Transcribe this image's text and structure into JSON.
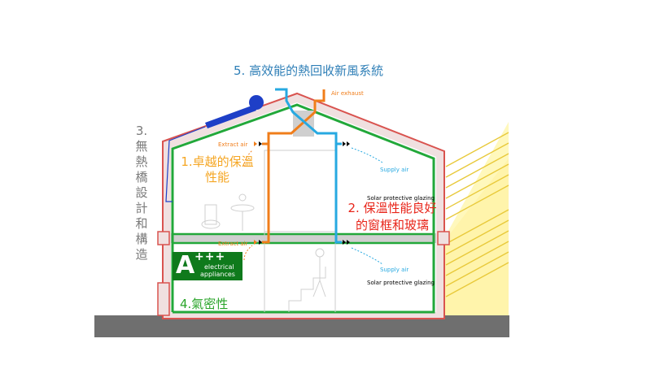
{
  "diagram": {
    "title": "5. 高效能的熱回收新風系統",
    "labels": {
      "thermal_bridge": "3.無熱橋設計和構造",
      "insulation": "1.卓越的保溫性能",
      "windows": "2. 保溫性能良好的窗框和玻璃",
      "airtightness": "4.氣密性",
      "air_exhaust": "Air exhaust",
      "extract_air_upper": "Extract air",
      "extract_air_lower": "Extract air",
      "supply_air_upper": "Supply air",
      "supply_air_lower": "Supply air",
      "glazing_upper": "Solar protective glazing",
      "glazing_lower": "Solar protective glazing"
    },
    "badge": {
      "letter": "A",
      "plus": "+++",
      "line1": "electrical",
      "line2": "appliances"
    },
    "colors": {
      "title": "#2f7fb7",
      "thermal_bridge": "#7a7a7a",
      "insulation": "#f5a623",
      "windows": "#e8251a",
      "airtightness": "#2aa52a",
      "airtight_line": "#22a83a",
      "supply_duct": "#27a9e1",
      "extract_duct": "#f07d1a",
      "outer_wall": "#d9534f",
      "solar_panel": "#1e3fc7",
      "sunlight": "#fff7b0",
      "ground": "#6f6f6f",
      "badge": "#0f7a1c"
    },
    "icons": [
      "solar-collector-icon",
      "heat-recovery-unit-icon",
      "toilet-icon",
      "sink-icon",
      "stair-person-icon",
      "sun-rays-icon"
    ]
  }
}
